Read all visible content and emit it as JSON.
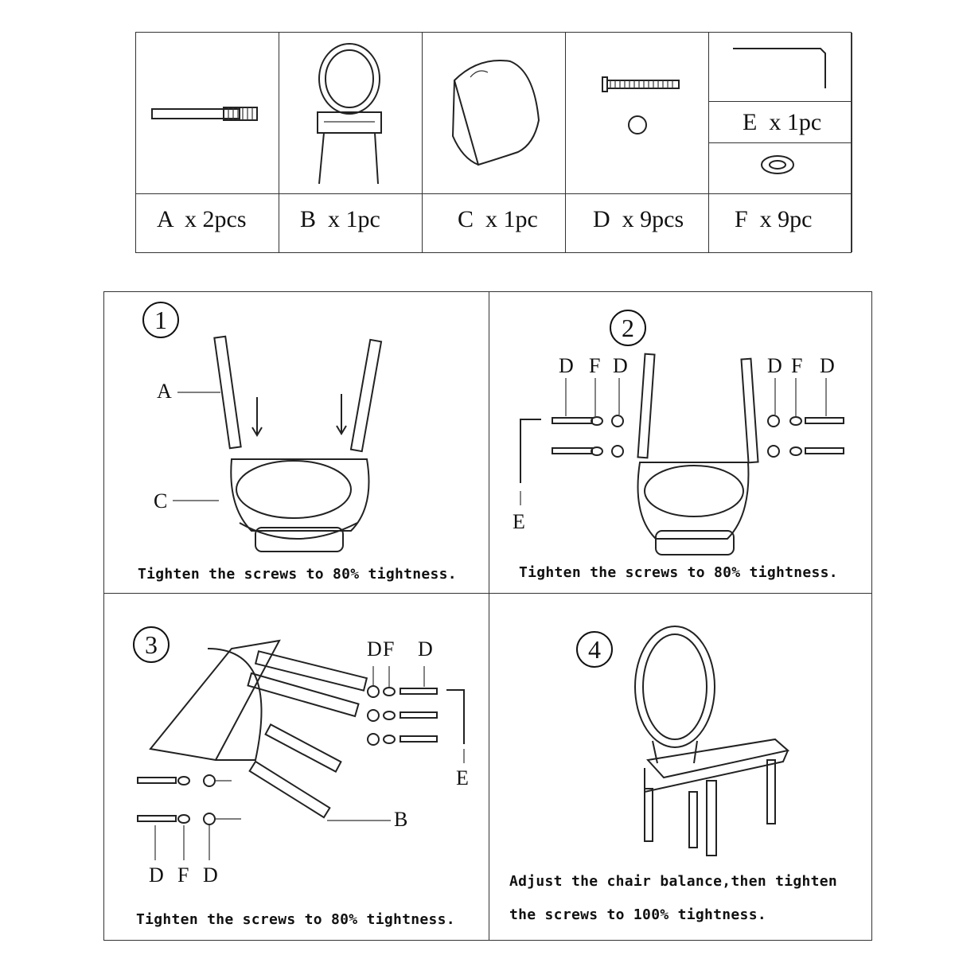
{
  "parts_table": {
    "items": [
      {
        "label": "A  x 2pcs",
        "icon": "bolt-A"
      },
      {
        "label": "B  x 1pc",
        "icon": "chair-back-B"
      },
      {
        "label": "C  x 1pc",
        "icon": "seat-C"
      },
      {
        "label": "D  x 9pcs",
        "icon": "screw-D"
      },
      {
        "label": "F  x 9pc",
        "icon": "washer-F"
      }
    ],
    "allen_key_label": "E  x 1pc"
  },
  "steps": [
    {
      "number": "1",
      "caption": "Tighten the screws to 80% tightness.",
      "callouts": [
        "A",
        "C"
      ]
    },
    {
      "number": "2",
      "caption": "Tighten the screws to 80% tightness.",
      "callouts": [
        "D",
        "F",
        "D",
        "D",
        "F",
        "D",
        "E"
      ]
    },
    {
      "number": "3",
      "caption": "Tighten the screws to 80% tightness.",
      "callouts": [
        "D",
        "F",
        "D",
        "E",
        "B",
        "D",
        "F",
        "D"
      ]
    },
    {
      "number": "4",
      "caption_line1": "Adjust the chair balance,then tighten",
      "caption_line2": "the screws to 100% tightness."
    }
  ]
}
